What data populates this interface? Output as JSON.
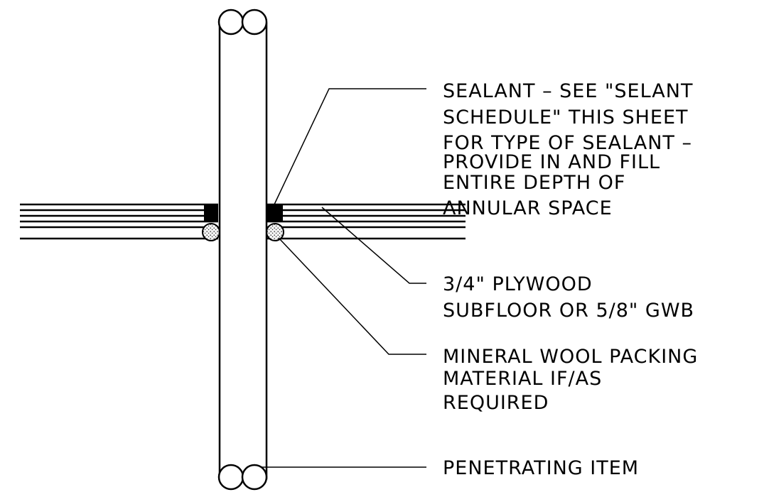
{
  "notes": {
    "sealant": [
      "SEALANT – SEE \"SELANT",
      "SCHEDULE\" THIS SHEET",
      "FOR TYPE OF SEALANT –",
      "PROVIDE IN AND FILL",
      "ENTIRE DEPTH OF",
      "ANNULAR SPACE"
    ],
    "plywood": [
      "3/4\" PLYWOOD",
      "SUBFLOOR OR 5/8\" GWB"
    ],
    "mineral_wool": [
      "MINERAL WOOL PACKING",
      "MATERIAL IF/AS",
      "REQUIRED"
    ],
    "penetrating_item": [
      "PENETRATING ITEM"
    ]
  },
  "colors": {
    "line": "#000000",
    "background": "#ffffff",
    "packing_fill": "#f2f2f2"
  }
}
